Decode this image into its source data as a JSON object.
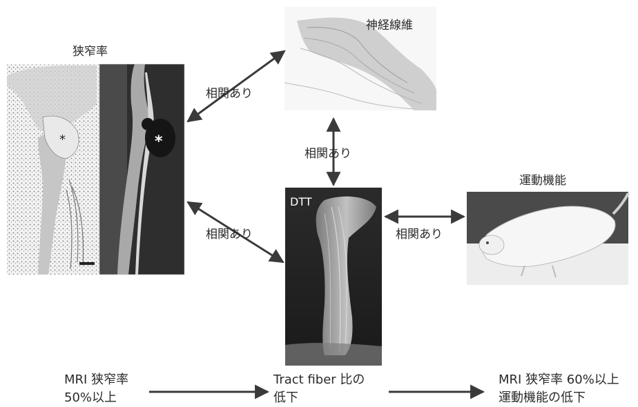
{
  "labels": {
    "stenosis": "狭窄率",
    "nerve_fiber": "神経線維",
    "motor_function": "運動機能",
    "dtt": "DTT",
    "asterisk_left": "*",
    "asterisk_right": "*"
  },
  "correlations": {
    "upper_left": "相関あり",
    "middle": "相関あり",
    "lower_left": "相関あり",
    "right": "相関あり"
  },
  "bottom": {
    "left_line1": "MRI 狭窄率",
    "left_line2": "50%以上",
    "center_line1": "Tract fiber 比の",
    "center_line2": "低下",
    "right_line1": "MRI 狭窄率 60%以上",
    "right_line2": "運動機能の低下"
  },
  "colors": {
    "arrow": "#3a3a3a",
    "text": "#2a2a2a"
  }
}
